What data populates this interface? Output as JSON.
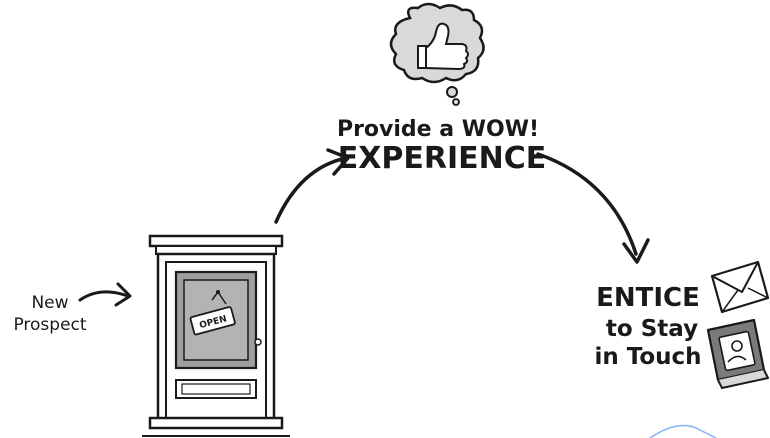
{
  "labels": {
    "new_prospect_line1": "New",
    "new_prospect_line2": "Prospect",
    "wow_line1": "Provide a WOW!",
    "wow_line2": "EXPERIENCE",
    "entice_line1": "ENTICE",
    "entice_line2": "to Stay",
    "entice_line3": "in Touch",
    "door_sign": "OPEN"
  },
  "icons": {
    "thought_bubble": "thumbs-up-thought-bubble",
    "door": "door-with-open-sign",
    "envelope": "envelope",
    "contact_book": "contact-book"
  },
  "colors": {
    "ink": "#1a1a1a",
    "gray_fill": "#9e9e9e",
    "light_gray": "#d9d9d9",
    "accent_blue": "#2d7ff9"
  }
}
